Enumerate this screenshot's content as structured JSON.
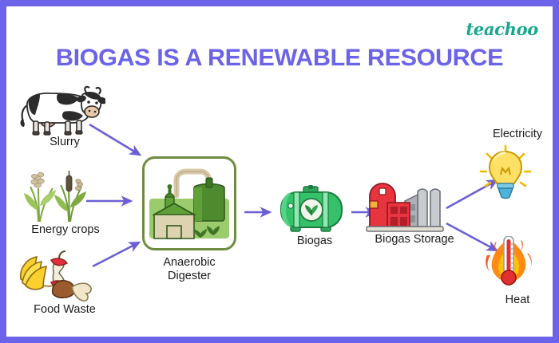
{
  "brand": {
    "logo_text": "teachoo",
    "logo_color": "#19A88C"
  },
  "header": {
    "title": "BIOGAS IS A RENEWABLE RESOURCE",
    "title_color": "#6B63E8"
  },
  "theme": {
    "frame_color": "#6B63E8",
    "background": "#FFFFFF",
    "arrow_color": "#6C5FD4",
    "digester_border": "#6E8C3E",
    "biogas_green": "#35C06A",
    "factory_red": "#E8343E",
    "bulb_yellow": "#FFD84D",
    "flame_orange": "#FF7A18"
  },
  "nodes": {
    "slurry": {
      "label": "Slurry",
      "icon": "cow-icon"
    },
    "crops": {
      "label": "Energy crops",
      "icon": "wheat-icon"
    },
    "foodwaste": {
      "label": "Food Waste",
      "icon": "food-waste-icon"
    },
    "digester": {
      "label_line1": "Anaerobic",
      "label_line2": "Digester",
      "icon": "anaerobic-digester-icon"
    },
    "biogas": {
      "label": "Biogas",
      "icon": "biogas-tank-icon"
    },
    "storage": {
      "label": "Biogas Storage",
      "icon": "factory-icon"
    },
    "electricity": {
      "label": "Electricity",
      "icon": "light-bulb-icon"
    },
    "heat": {
      "label": "Heat",
      "icon": "thermometer-flame-icon"
    }
  },
  "flow": {
    "arrows": [
      {
        "from": "slurry",
        "to": "digester",
        "direction": "down-right"
      },
      {
        "from": "crops",
        "to": "digester",
        "direction": "right"
      },
      {
        "from": "foodwaste",
        "to": "digester",
        "direction": "up-right"
      },
      {
        "from": "digester",
        "to": "biogas",
        "direction": "right"
      },
      {
        "from": "biogas",
        "to": "storage",
        "direction": "right"
      },
      {
        "from": "storage",
        "to": "electricity",
        "direction": "up-right"
      },
      {
        "from": "storage",
        "to": "heat",
        "direction": "down-right"
      }
    ]
  }
}
